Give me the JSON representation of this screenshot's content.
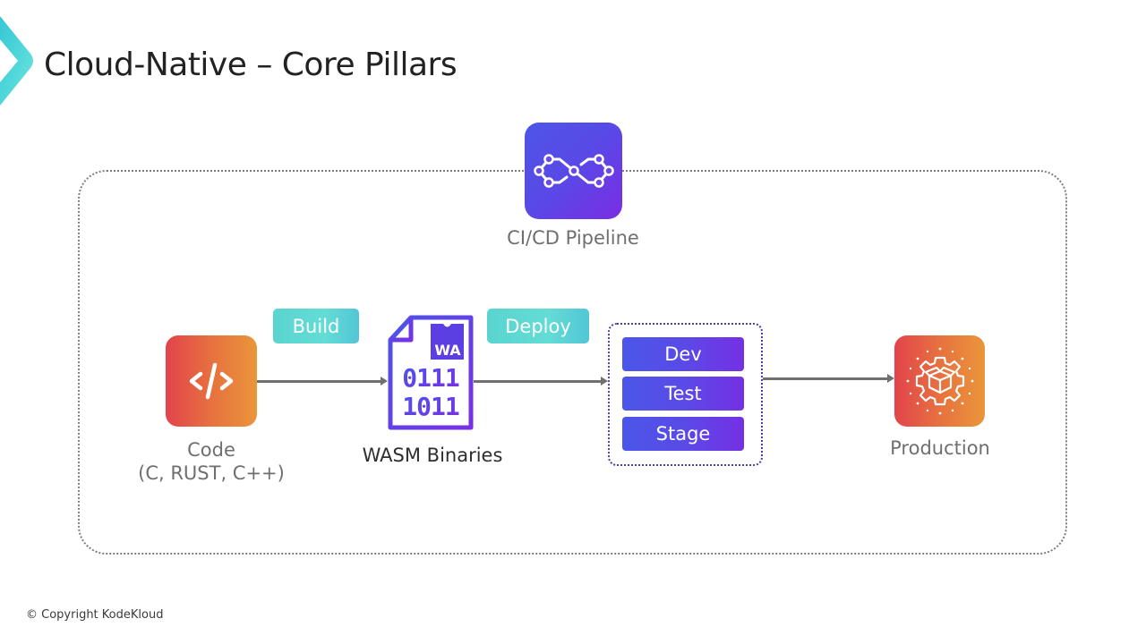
{
  "slide": {
    "title": "Cloud-Native – Core Pillars",
    "logo_icon": "chevron-logo-icon",
    "copyright": "© Copyright KodeKloud"
  },
  "diagram": {
    "pipeline": {
      "label": "CI/CD Pipeline",
      "icon": "infinity-loop-icon"
    },
    "stages": [
      {
        "id": "code",
        "label_line1": "Code",
        "label_line2": "(C, RUST, C++)",
        "icon": "code-brackets-icon"
      },
      {
        "id": "wasm",
        "label": "WASM Binaries",
        "icon": "wasm-binary-file-icon",
        "icon_badge": "WA",
        "icon_rows": [
          "0111",
          "1011"
        ]
      },
      {
        "id": "environments",
        "items": [
          "Dev",
          "Test",
          "Stage"
        ]
      },
      {
        "id": "production",
        "label": "Production",
        "icon": "gear-package-icon"
      }
    ],
    "edges": [
      {
        "from": "code",
        "to": "wasm",
        "label": "Build"
      },
      {
        "from": "wasm",
        "to": "environments",
        "label": "Deploy"
      },
      {
        "from": "environments",
        "to": "production",
        "label": ""
      }
    ],
    "colors": {
      "warm_gradient": [
        "#e2434c",
        "#ea963a"
      ],
      "cool_gradient": [
        "#4d55e8",
        "#7a2de4"
      ],
      "tag_gradient": [
        "#5ad4cf",
        "#52c6d6"
      ],
      "arrow": "#707070"
    }
  }
}
